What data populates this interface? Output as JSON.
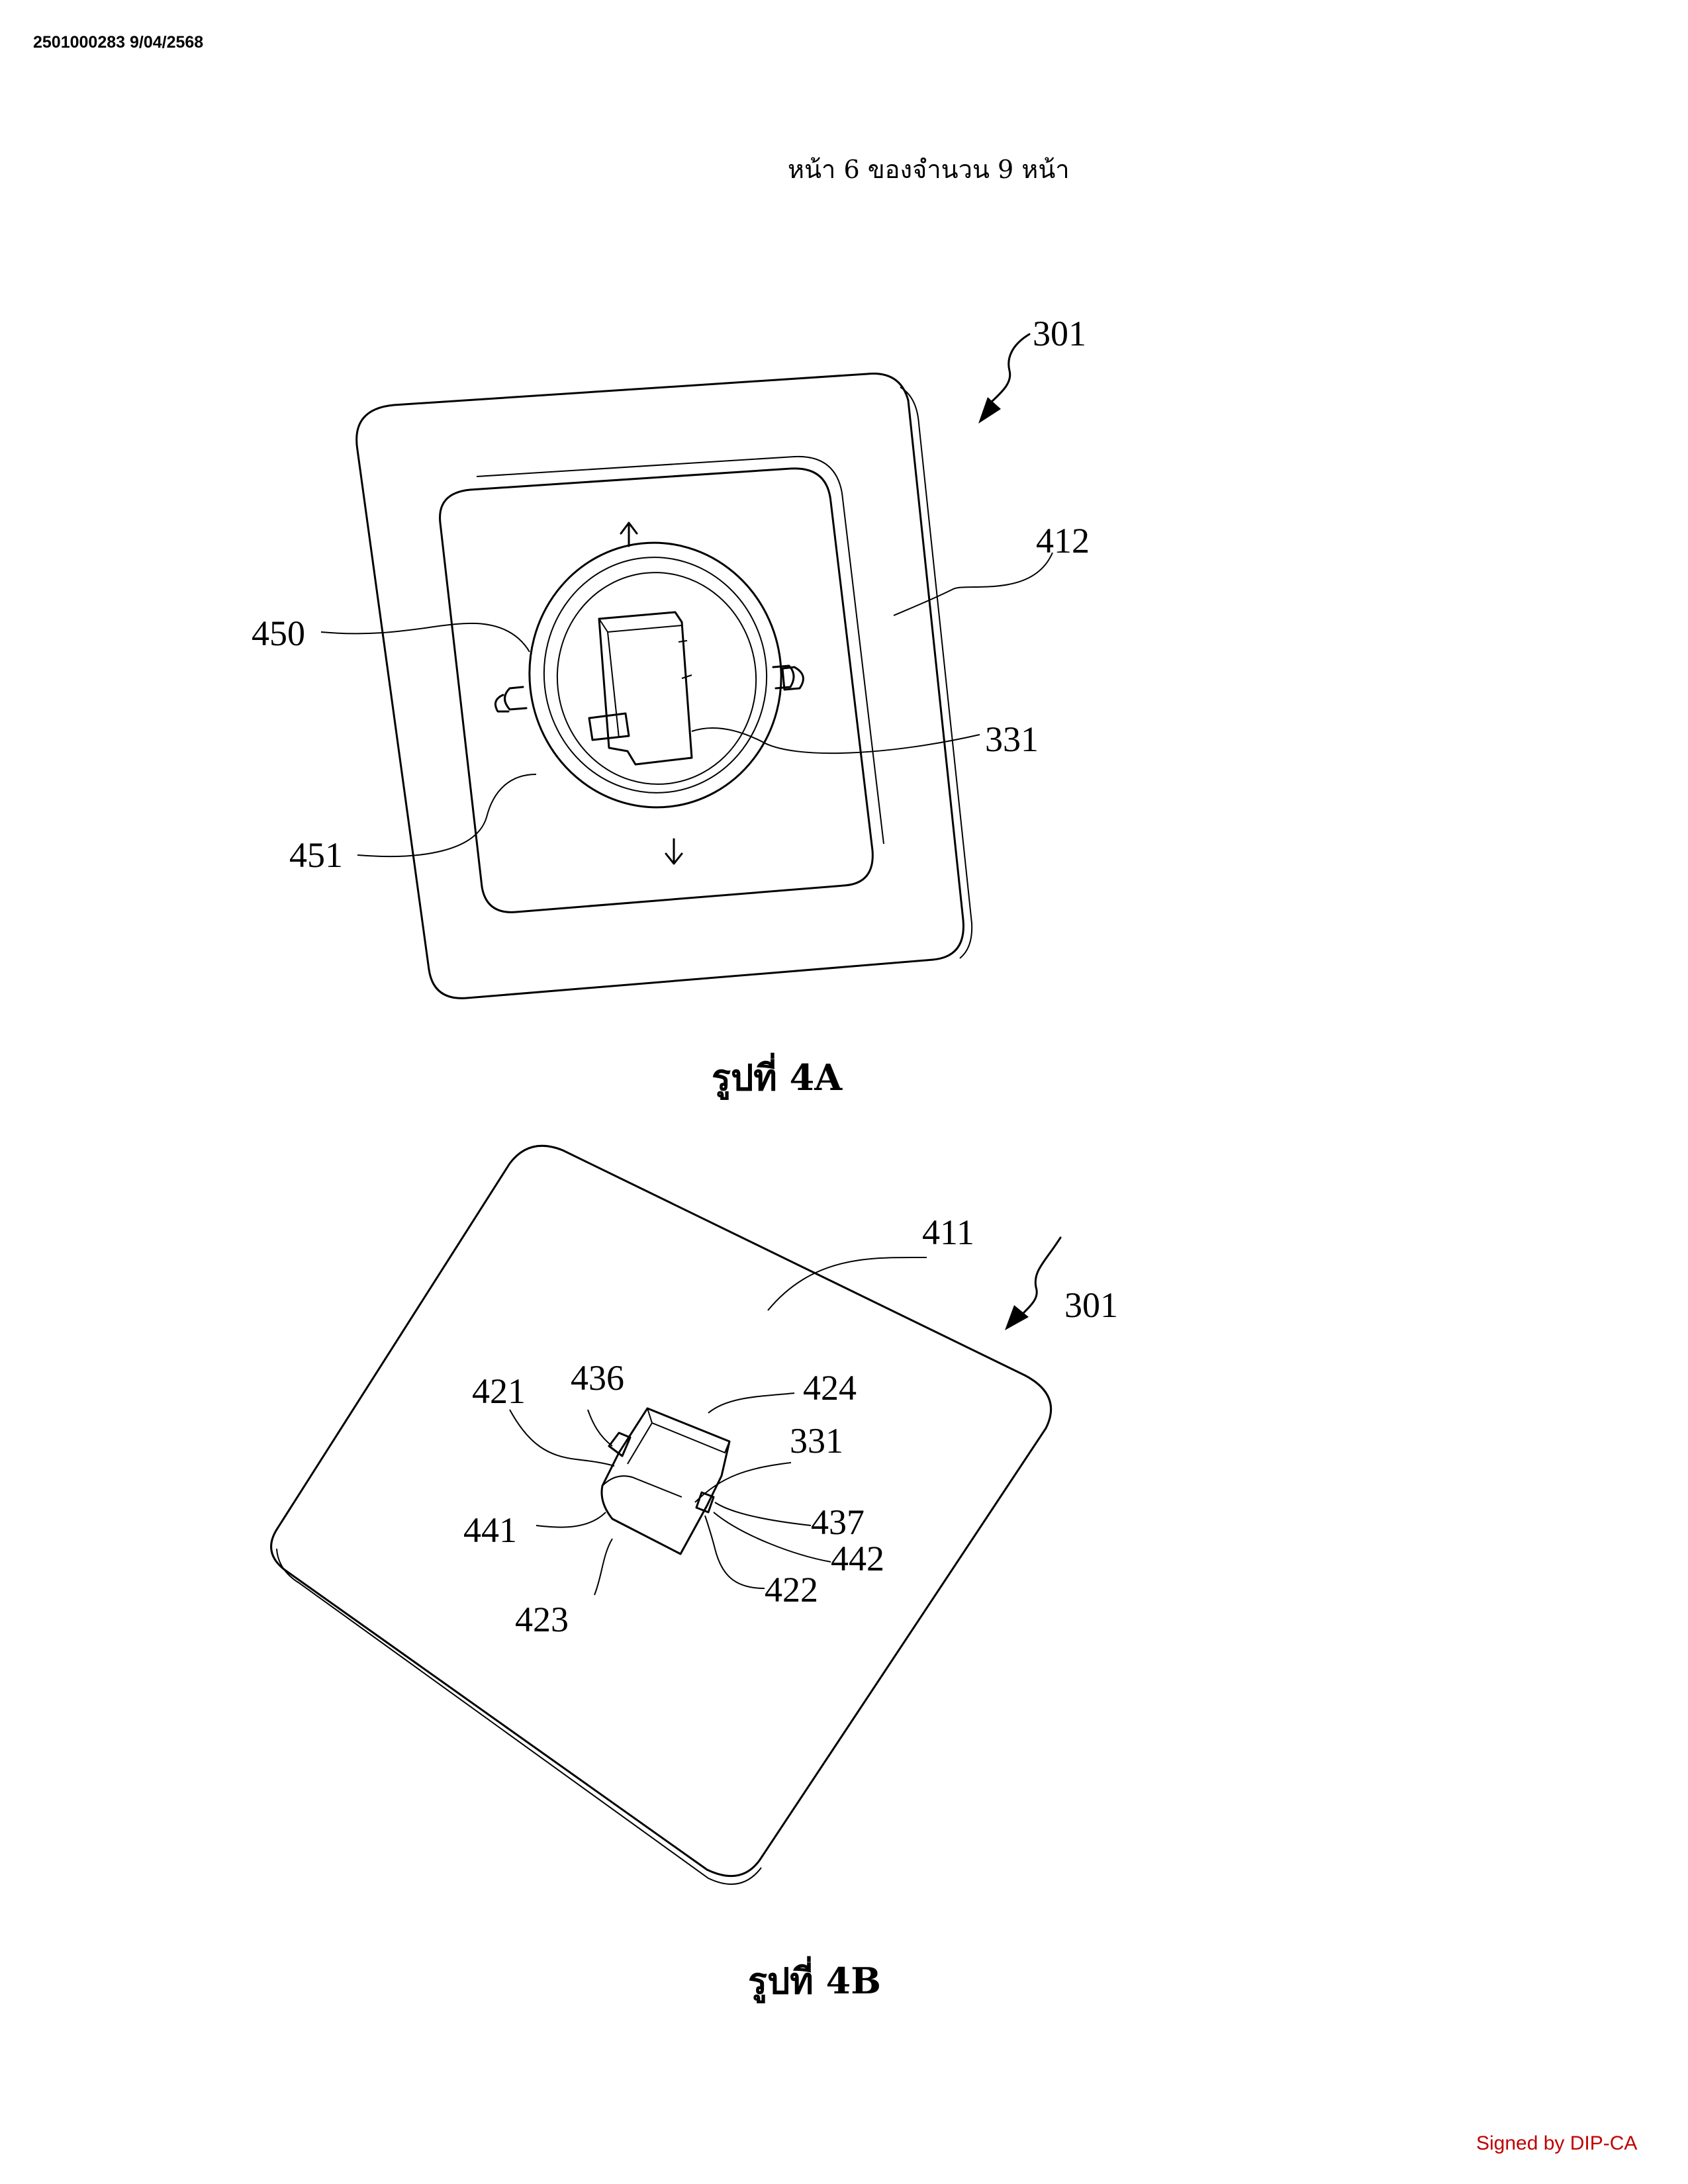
{
  "header": {
    "doc_id": "2501000283 9/04/2568",
    "page_indicator": "หน้า 6 ของจำนวน 9 หน้า"
  },
  "figures": [
    {
      "caption": "รูปที่ 4A",
      "labels": [
        "301",
        "412",
        "450",
        "331",
        "451"
      ]
    },
    {
      "caption": "รูปที่ 4B",
      "labels": [
        "411",
        "301",
        "421",
        "436",
        "424",
        "331",
        "441",
        "437",
        "442",
        "422",
        "423"
      ]
    }
  ],
  "footer": {
    "signature": "Signed by DIP-CA"
  }
}
